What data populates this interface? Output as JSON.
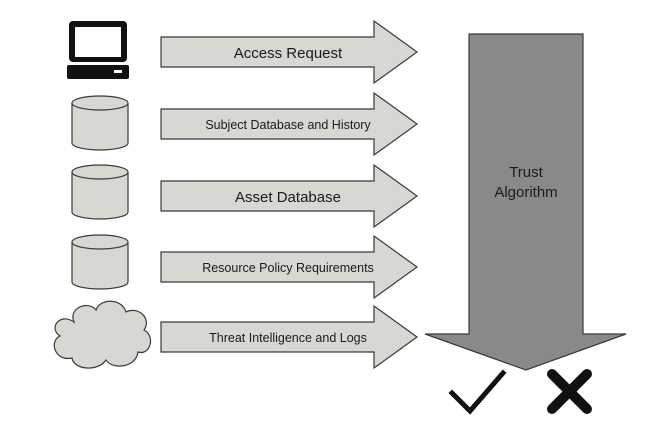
{
  "inputs": [
    {
      "label": "Access Request",
      "icon": "computer-icon"
    },
    {
      "label": "Subject Database and History",
      "icon": "database-icon"
    },
    {
      "label": "Asset Database",
      "icon": "database-icon"
    },
    {
      "label": "Resource Policy Requirements",
      "icon": "database-icon"
    },
    {
      "label": "Threat Intelligence and Logs",
      "icon": "cloud-icon"
    }
  ],
  "algorithm": {
    "line1": "Trust",
    "line2": "Algorithm"
  },
  "outcomes": [
    {
      "icon": "checkmark-icon",
      "glyph": "✓"
    },
    {
      "icon": "cross-icon",
      "glyph": "✖"
    }
  ],
  "colors": {
    "input_fill": "#d9d7d2",
    "algorithm_fill": "#8a8987",
    "outline": "#3a3a3a"
  }
}
